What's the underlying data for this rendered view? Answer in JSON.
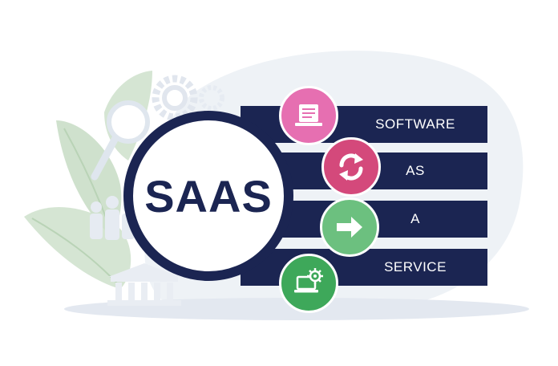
{
  "graphic": {
    "center_label": "SAAS",
    "rows": [
      {
        "label": "SOFTWARE",
        "icon": "document-laptop-icon",
        "color": "#e66fb1"
      },
      {
        "label": "AS",
        "icon": "refresh-arrows-icon",
        "color": "#d4497b"
      },
      {
        "label": "A",
        "icon": "arrow-right-icon",
        "color": "#6cc07f"
      },
      {
        "label": "SERVICE",
        "icon": "laptop-gear-icon",
        "color": "#3ea85a"
      }
    ],
    "colors": {
      "navy": "#1b2552",
      "leaf": "#c7dcc7",
      "backdrop": "#eef2f6",
      "shadow": "#e3e8f0"
    }
  }
}
